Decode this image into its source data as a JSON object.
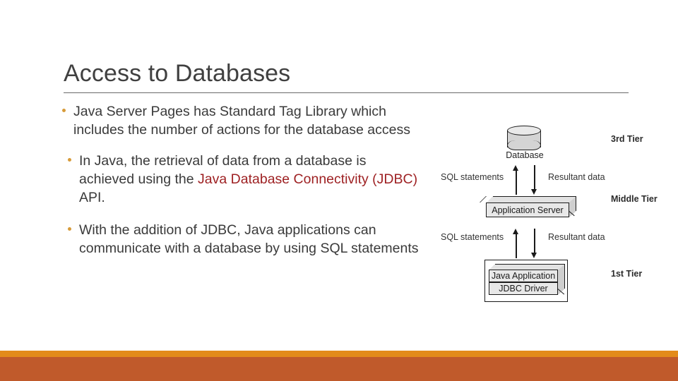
{
  "slide": {
    "title": "Access to Databases",
    "bullets": [
      {
        "id": "bullet-1",
        "text": "Java Server Pages has Standard Tag Library which includes the number of actions for the database access"
      },
      {
        "id": "bullet-2",
        "text_before": "In Java, the retrieval of data from a database is achieved using the ",
        "highlight": "Java Database Connectivity (JDBC)",
        "text_after": " API."
      },
      {
        "id": "bullet-3",
        "text": "With the addition of JDBC, Java applications can communicate with a database by using SQL statements"
      }
    ],
    "colors": {
      "title": "#404040",
      "body": "#3a3a3a",
      "bullet_marker": "#d79b3a",
      "highlight_red": "#9e2123",
      "bar_orange": "#e38b1a",
      "bar_rust": "#c05a2b",
      "diagram_fill": "#e8e8e8",
      "diagram_stroke": "#1c1c1c"
    }
  },
  "diagram": {
    "name": "three-tier-jdbc-architecture",
    "nodes": {
      "database": "Database",
      "application_server": "Application Server",
      "java_application": "Java Application",
      "jdbc_driver": "JDBC Driver"
    },
    "edge_labels": {
      "top_left": "SQL statements",
      "top_right": "Resultant data",
      "bottom_left": "SQL statements",
      "bottom_right": "Resultant data"
    },
    "tiers": {
      "third": "3rd Tier",
      "middle": "Middle Tier",
      "first": "1st Tier"
    }
  }
}
